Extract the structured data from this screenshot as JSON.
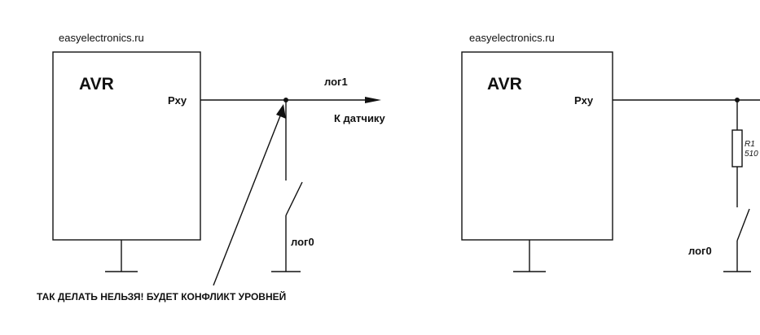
{
  "left_circuit": {
    "site": "easyelectronics.ru",
    "chip": "AVR",
    "pin": "Pxy",
    "high_level": "лог1",
    "sensor": "К датчику",
    "low_level": "лог0",
    "warning": "ТАК ДЕЛАТЬ НЕЛЬЗЯ!  БУДЕТ КОНФЛИКТ УРОВНЕЙ"
  },
  "right_circuit": {
    "site": "easyelectronics.ru",
    "chip": "AVR",
    "pin": "Pxy",
    "resistor_name": "R1",
    "resistor_value": "510",
    "low_level": "лог0"
  },
  "colors": {
    "ink": "#111111",
    "background": "#ffffff"
  }
}
